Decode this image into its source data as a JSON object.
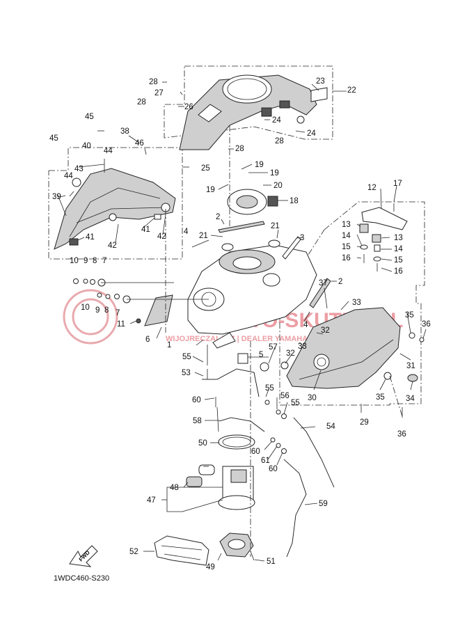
{
  "watermark": {
    "brand": "MOTO-SKUTER.PL",
    "tagline": "WIJOJRECZALJAZ | DEALER YAMAHA"
  },
  "fwd_arrow_label": "FWD",
  "diagram_code": "1WDC460-S230",
  "callouts": {
    "c1": "1",
    "c2a": "2",
    "c2b": "2",
    "c3": "3",
    "c4a": "4",
    "c4b": "4",
    "c5": "5",
    "c6": "6",
    "c7a": "7",
    "c7b": "7",
    "c8a": "8",
    "c8b": "8",
    "c9a": "9",
    "c9b": "9",
    "c10a": "10",
    "c10b": "10",
    "c11": "11",
    "c12": "12",
    "c13a": "13",
    "c13b": "13",
    "c14a": "14",
    "c14b": "14",
    "c15a": "15",
    "c15b": "15",
    "c16a": "16",
    "c16b": "16",
    "c17": "17",
    "c18": "18",
    "c19a": "19",
    "c19b": "19",
    "c19c": "19",
    "c20": "20",
    "c21a": "21",
    "c21b": "21",
    "c22": "22",
    "c23": "23",
    "c24a": "24",
    "c24b": "24",
    "c25": "25",
    "c26": "26",
    "c27": "27",
    "c28a": "28",
    "c28b": "28",
    "c28c": "28",
    "c28d": "28",
    "c29": "29",
    "c30": "30",
    "c31": "31",
    "c32a": "32",
    "c32b": "32",
    "c33a": "33",
    "c33b": "33",
    "c34": "34",
    "c35a": "35",
    "c35b": "35",
    "c36a": "36",
    "c36b": "36",
    "c37": "37",
    "c38": "38",
    "c39": "39",
    "c40": "40",
    "c41a": "41",
    "c41b": "41",
    "c42a": "42",
    "c42b": "42",
    "c43": "43",
    "c44a": "44",
    "c44b": "44",
    "c45a": "45",
    "c45b": "45",
    "c46": "46",
    "c47": "47",
    "c48": "48",
    "c49": "49",
    "c50": "50",
    "c51": "51",
    "c52": "52",
    "c53": "53",
    "c54": "54",
    "c55a": "55",
    "c55b": "55",
    "c55c": "55",
    "c56": "56",
    "c57": "57",
    "c58": "58",
    "c59": "59",
    "c60a": "60",
    "c60b": "60",
    "c60c": "60",
    "c61": "61"
  }
}
